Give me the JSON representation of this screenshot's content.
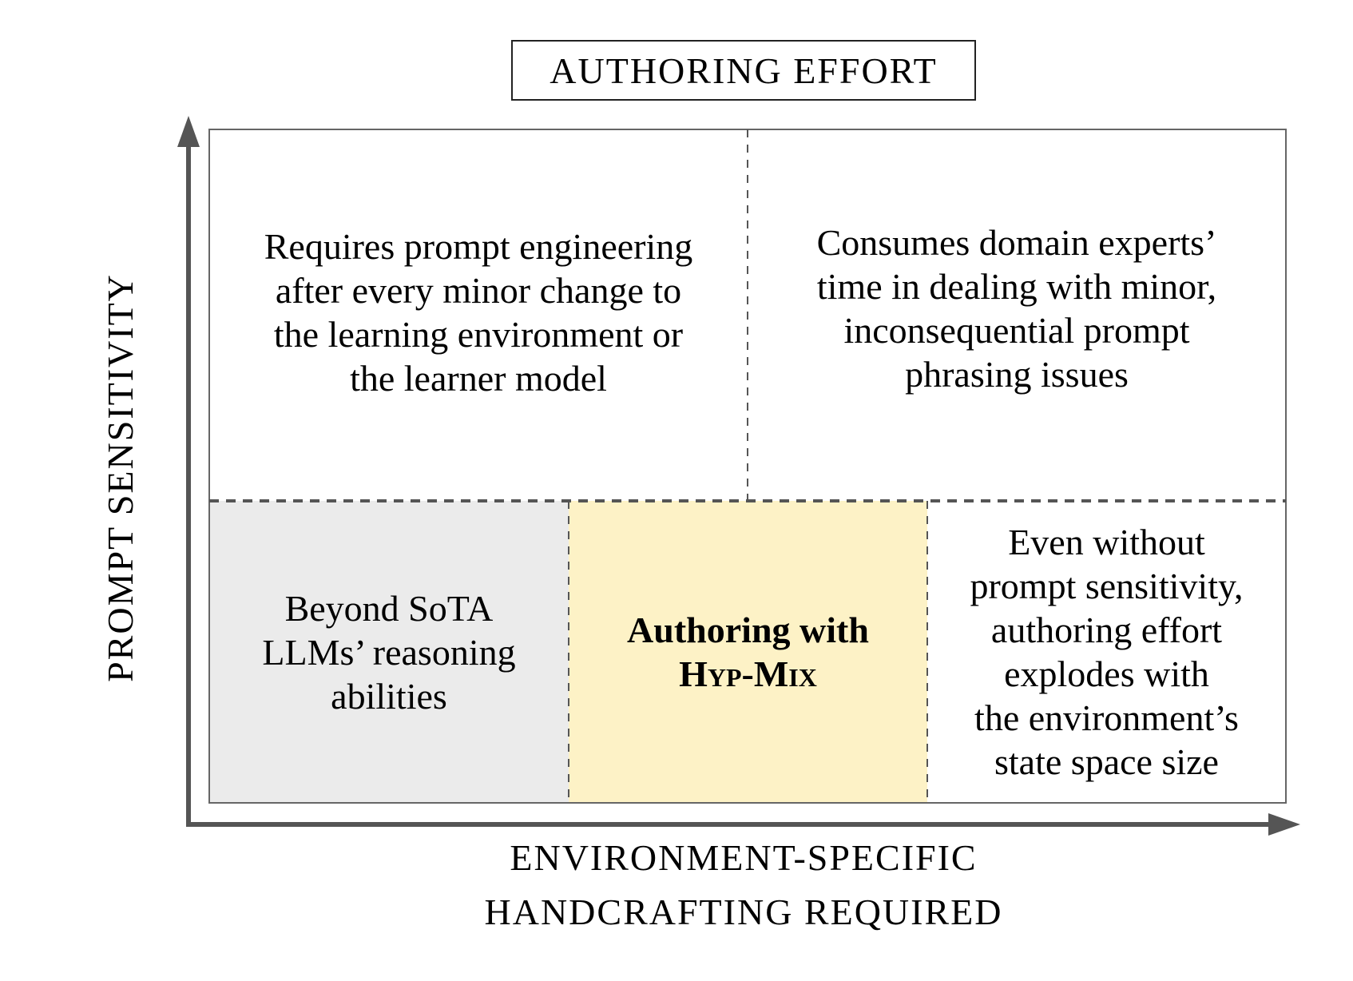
{
  "title": "AUTHORING EFFORT",
  "y_axis_label": "PROMPT SENSITIVITY",
  "x_axis_label_lines": [
    "ENVIRONMENT-SPECIFIC",
    "HANDCRAFTING REQUIRED"
  ],
  "cells": {
    "top_left": {
      "lines": [
        "Requires prompt engineering",
        "after every minor change to",
        "the learning environment or",
        "the learner model"
      ]
    },
    "top_right": {
      "lines": [
        "Consumes domain experts’",
        "time in dealing with minor,",
        "inconsequential prompt",
        "phrasing issues"
      ]
    },
    "bottom_left": {
      "lines": [
        "Beyond SoTA",
        "LLMs’ reasoning",
        "abilities"
      ]
    },
    "bottom_middle": {
      "line1": "Authoring with",
      "line2": "Hyp-Mix"
    },
    "bottom_right": {
      "lines": [
        "Even without",
        "prompt sensitivity,",
        "authoring effort",
        "explodes with",
        "the environment’s",
        "state space size"
      ]
    }
  },
  "colors": {
    "bottom_left_fill": "#ebebeb",
    "bottom_middle_fill": "#fdf2c6",
    "axis": "#555555",
    "frame": "#666666"
  }
}
